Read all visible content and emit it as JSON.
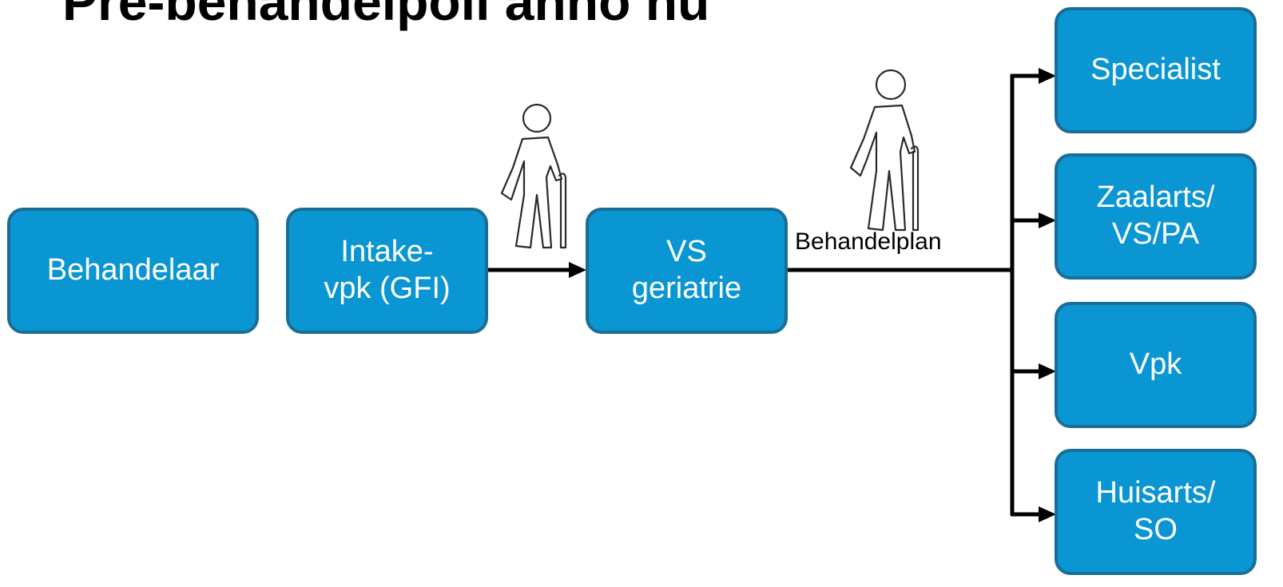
{
  "title": "Pre-behandelpoli anno nu",
  "nodes": {
    "behandelaar": "Behandelaar",
    "intake": "Intake-\nvpk (GFI)",
    "vs_geriatrie": "VS\ngeriatrie",
    "specialist": "Specialist",
    "zaalarts": "Zaalarts/\nVS/PA",
    "vpk": "Vpk",
    "huisarts": "Huisarts/\nSO"
  },
  "edge_labels": {
    "behandelplan": "Behandelplan"
  },
  "icons": [
    "elderly-person-with-cane-icon",
    "elderly-person-with-cane-icon"
  ],
  "colors": {
    "box_fill": "#0a96d2",
    "box_border": "#1a6d97",
    "box_text": "#ffffff",
    "connector": "#000000"
  }
}
